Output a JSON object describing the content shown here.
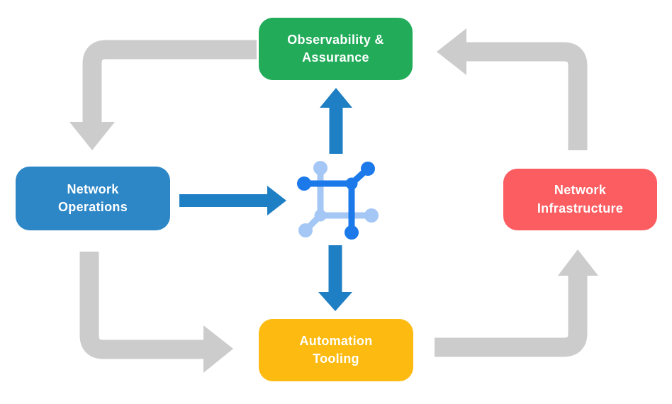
{
  "diagram": {
    "background_color": "#ffffff",
    "label_text_color": "#ffffff",
    "nodes": [
      {
        "id": "observability-assurance",
        "label": "Observability &\nAssurance",
        "color": "#22ac5a"
      },
      {
        "id": "network-operations",
        "label": "Network\nOperations",
        "color": "#2d87c6"
      },
      {
        "id": "network-infrastructure",
        "label": "Network\nInfrastructure",
        "color": "#fb5d61"
      },
      {
        "id": "automation-tooling",
        "label": "Automation\nTooling",
        "color": "#fdbb11"
      }
    ],
    "center_icon": {
      "name": "network-mesh-icon",
      "dark_color": "#1b79ea",
      "light_color": "#a4c7f5"
    },
    "cycle_arrows": {
      "color": "#cccccc",
      "items": [
        {
          "id": "observability-to-operations"
        },
        {
          "id": "operations-to-automation"
        },
        {
          "id": "automation-to-infrastructure"
        },
        {
          "id": "infrastructure-to-observability"
        }
      ]
    },
    "flow_arrows": {
      "color": "#1f7fc4",
      "items": [
        {
          "id": "operations-to-center"
        },
        {
          "id": "center-to-observability"
        },
        {
          "id": "center-to-automation"
        }
      ]
    }
  }
}
